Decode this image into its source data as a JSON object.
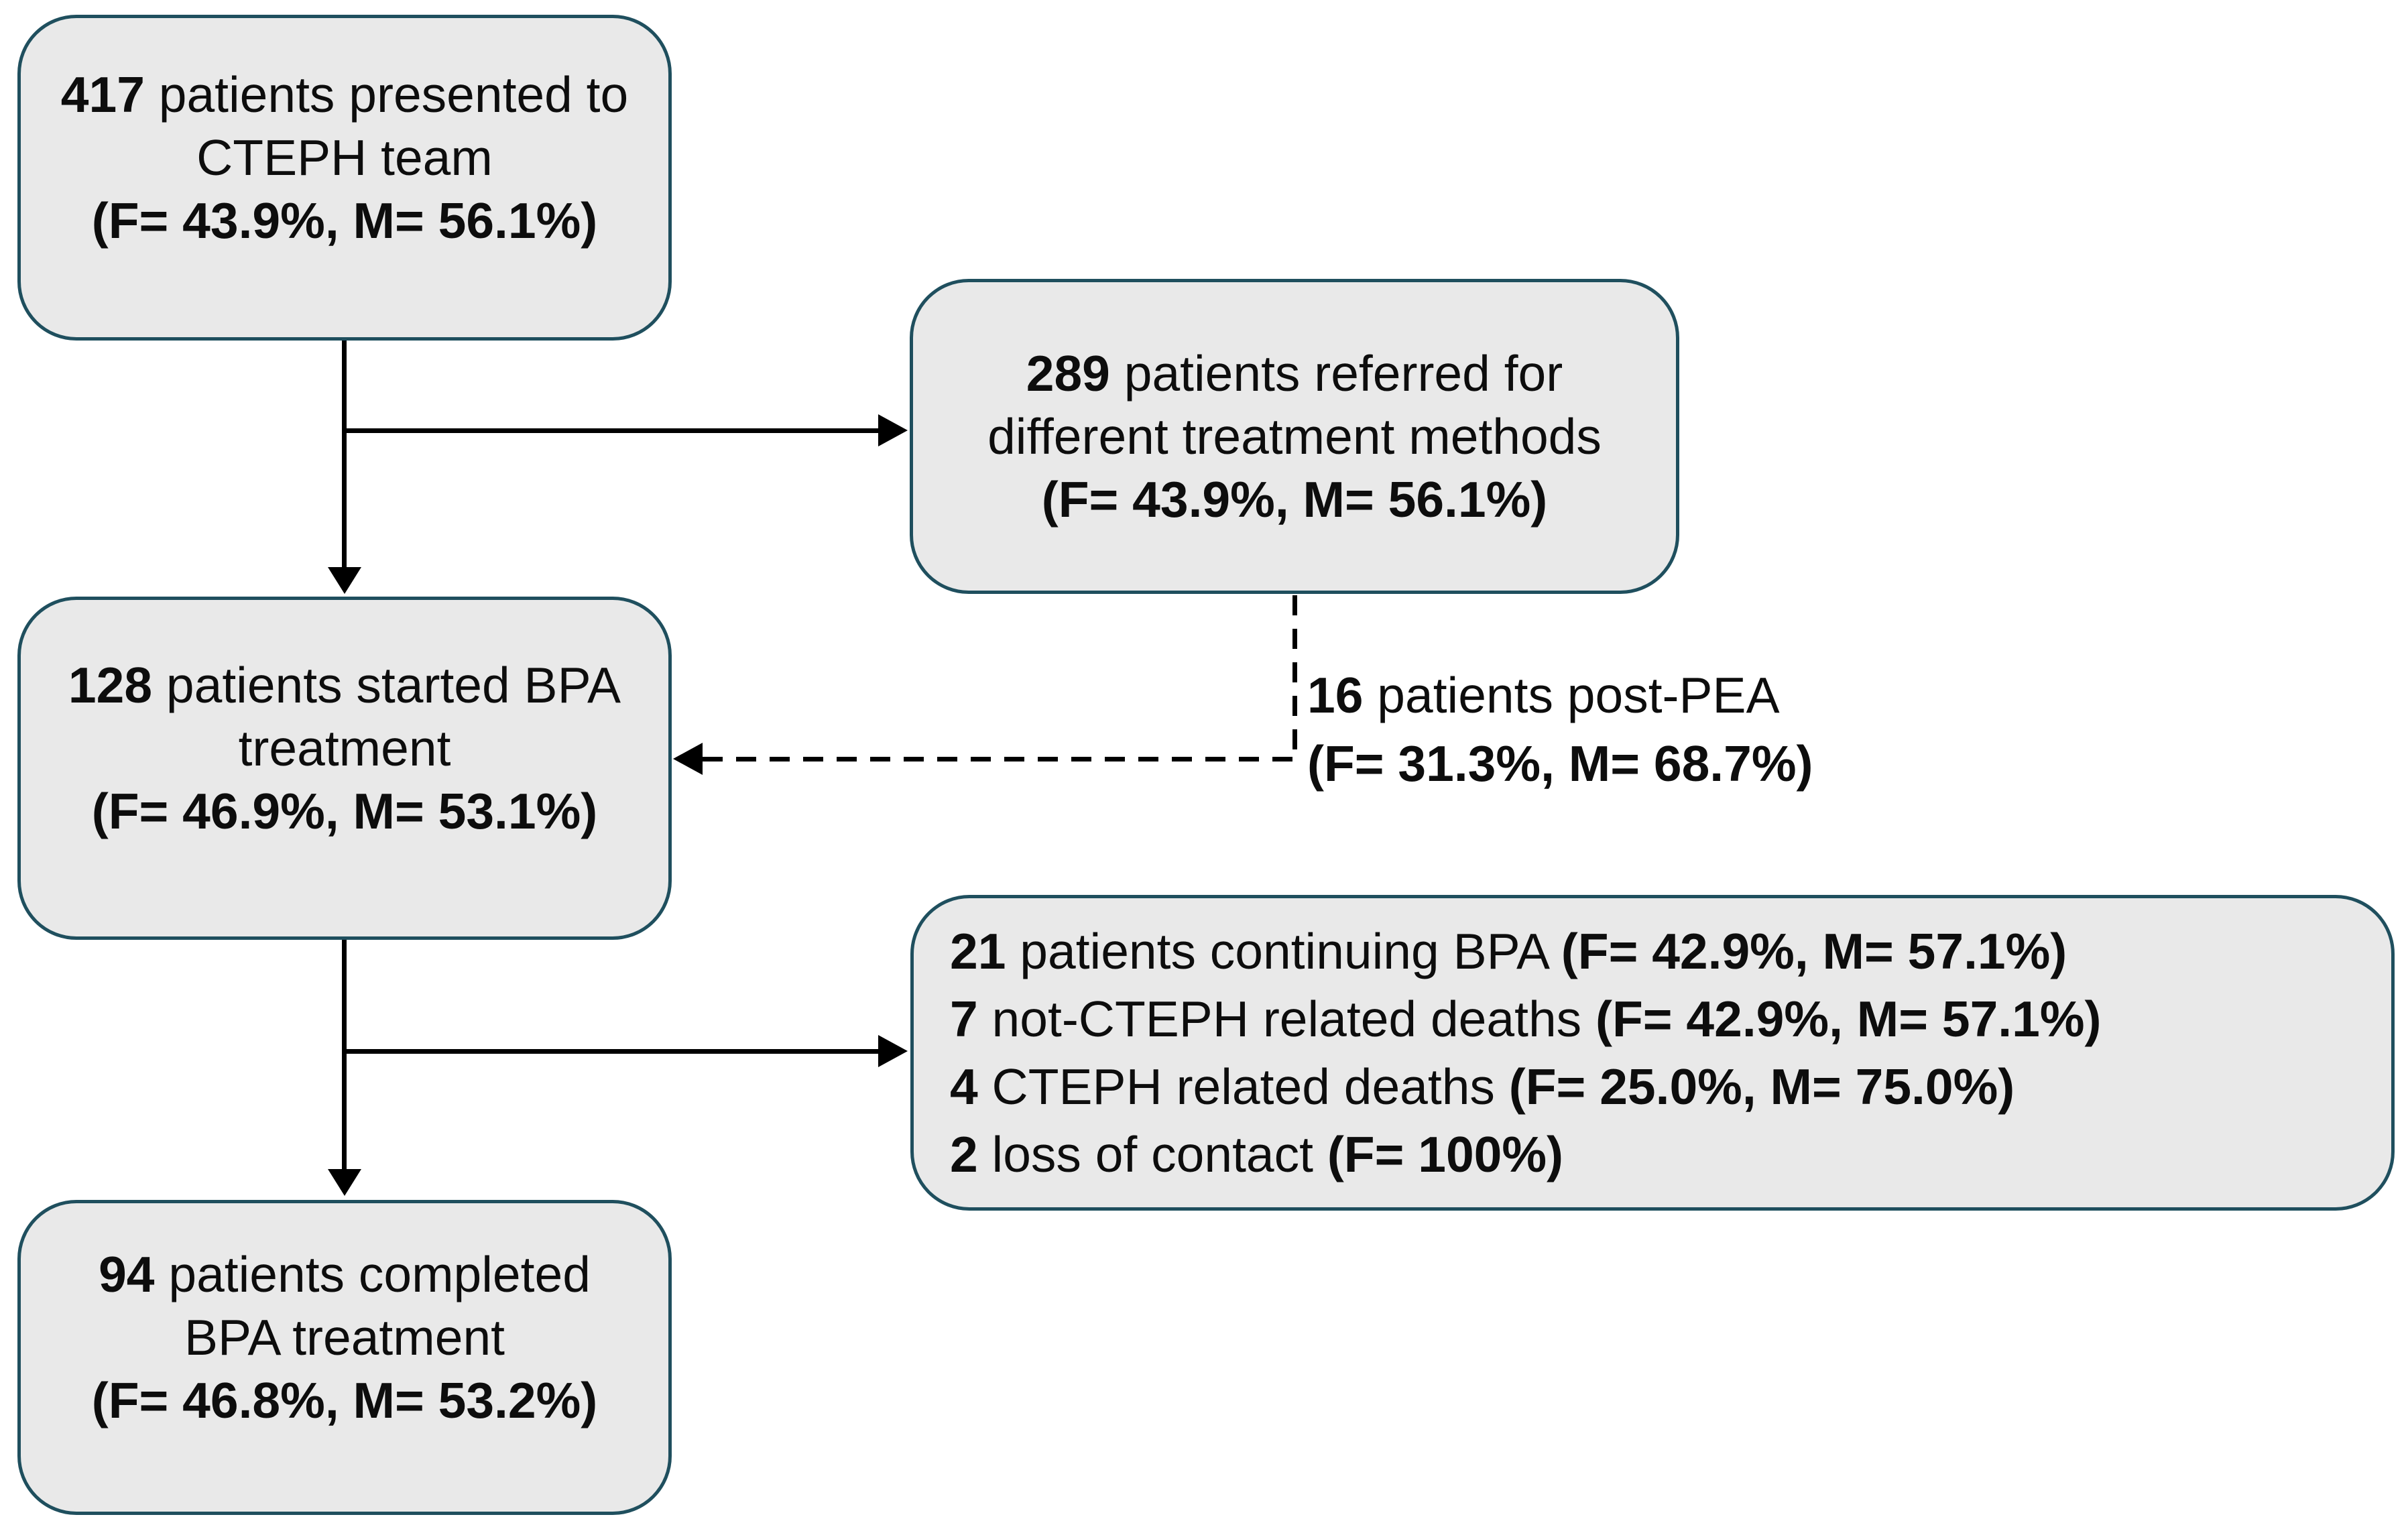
{
  "canvas": {
    "background": "#ffffff"
  },
  "style": {
    "box_fill": "#e9e9e9",
    "box_border": "#1f4f5e",
    "connector_color": "#000000",
    "text_color": "#0d0d0d"
  },
  "boxes": {
    "presented": {
      "lines": [
        [
          "417",
          " patients presented to"
        ],
        [
          "CTEPH team"
        ],
        [
          "(F= 43.9%, M= 56.1%)"
        ]
      ]
    },
    "referred": {
      "lines": [
        [
          "289",
          " patients referred for"
        ],
        [
          "different treatment methods"
        ],
        [
          "(F= 43.9%, M= 56.1%)"
        ]
      ]
    },
    "started": {
      "lines": [
        [
          "128",
          " patients started BPA"
        ],
        [
          "treatment"
        ],
        [
          "(F= 46.9%, M= 53.1%)"
        ]
      ]
    },
    "completed": {
      "lines": [
        [
          "94",
          " patients completed"
        ],
        [
          "BPA treatment"
        ],
        [
          "(F= 46.8%, M= 53.2%)"
        ]
      ]
    },
    "outcomes": {
      "lines": [
        [
          "21",
          " patients continuing BPA ",
          "(F= 42.9%, M= 57.1%)"
        ],
        [
          "7",
          " not-CTEPH related deaths ",
          "(F= 42.9%, M= 57.1%)"
        ],
        [
          "4",
          " CTEPH related deaths ",
          "(F= 25.0%, M= 75.0%)"
        ],
        [
          "2",
          " loss of contact ",
          "(F= 100%)"
        ]
      ]
    },
    "post_pea": {
      "lines": [
        [
          "16",
          " patients post-PEA"
        ],
        [
          "(F= 31.3%, M= 68.7%)"
        ]
      ]
    }
  }
}
